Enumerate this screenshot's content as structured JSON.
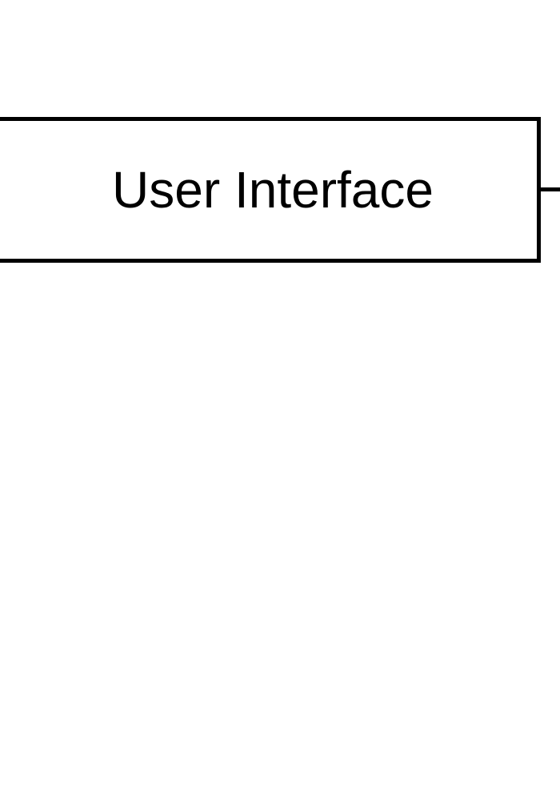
{
  "diagram": {
    "nodes": [
      {
        "id": "user-interface",
        "label": "User Interface"
      }
    ],
    "edges": [
      {
        "from": "user-interface",
        "to": "offscreen-right"
      }
    ]
  },
  "colors": {
    "background": "#ffffff",
    "stroke": "#000000",
    "text": "#000000"
  }
}
